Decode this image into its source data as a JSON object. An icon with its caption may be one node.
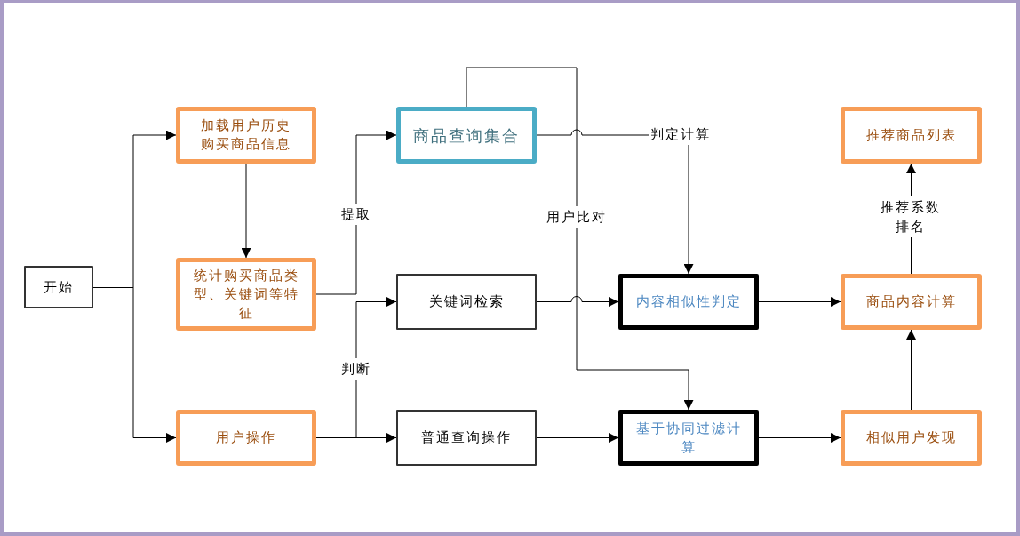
{
  "diagram": {
    "nodes": [
      {
        "text": [
          "开始"
        ]
      },
      {
        "text": [
          "加载用户历史购买商品信息"
        ]
      },
      {
        "text": [
          "统计购买商品类型、关键词等特征"
        ]
      },
      {
        "text": [
          "用户操作"
        ]
      },
      {
        "text": [
          "商品查询集合"
        ]
      },
      {
        "text": [
          "关键词检索"
        ]
      },
      {
        "text": [
          "普通查询操作"
        ]
      },
      {
        "text": [
          "内容相似性判定"
        ]
      },
      {
        "text": [
          "基于协同过滤计算"
        ]
      },
      {
        "text": [
          "推荐商品列表"
        ]
      },
      {
        "text": [
          "商品内容计算"
        ]
      },
      {
        "text": [
          "相似用户发现"
        ]
      }
    ],
    "edges": [
      {
        "from": 0,
        "to": 1,
        "arrow": "to"
      },
      {
        "from": 0,
        "to": 3,
        "arrow": "to"
      },
      {
        "from": 1,
        "to": 2,
        "arrow": "to"
      },
      {
        "from": 2,
        "to": 4,
        "arrow": "to",
        "label": "提取"
      },
      {
        "from": 3,
        "to": 5,
        "arrow": "to",
        "label": "判断"
      },
      {
        "from": 3,
        "to": 6,
        "arrow": "to"
      },
      {
        "from": 4,
        "to": 7,
        "arrow": "to",
        "label": "判定计算"
      },
      {
        "from": 4,
        "to": 8,
        "arrow": "to",
        "label": "用户比对"
      },
      {
        "from": 5,
        "to": 7,
        "arrow": "to"
      },
      {
        "from": 6,
        "to": 8,
        "arrow": "to"
      },
      {
        "from": 7,
        "to": 10,
        "arrow": "to"
      },
      {
        "from": 8,
        "to": 11,
        "arrow": "to"
      },
      {
        "from": 11,
        "to": 10,
        "arrow": "to"
      },
      {
        "from": 10,
        "to": 9,
        "arrow": "to",
        "label": "推荐系数排名"
      }
    ]
  }
}
